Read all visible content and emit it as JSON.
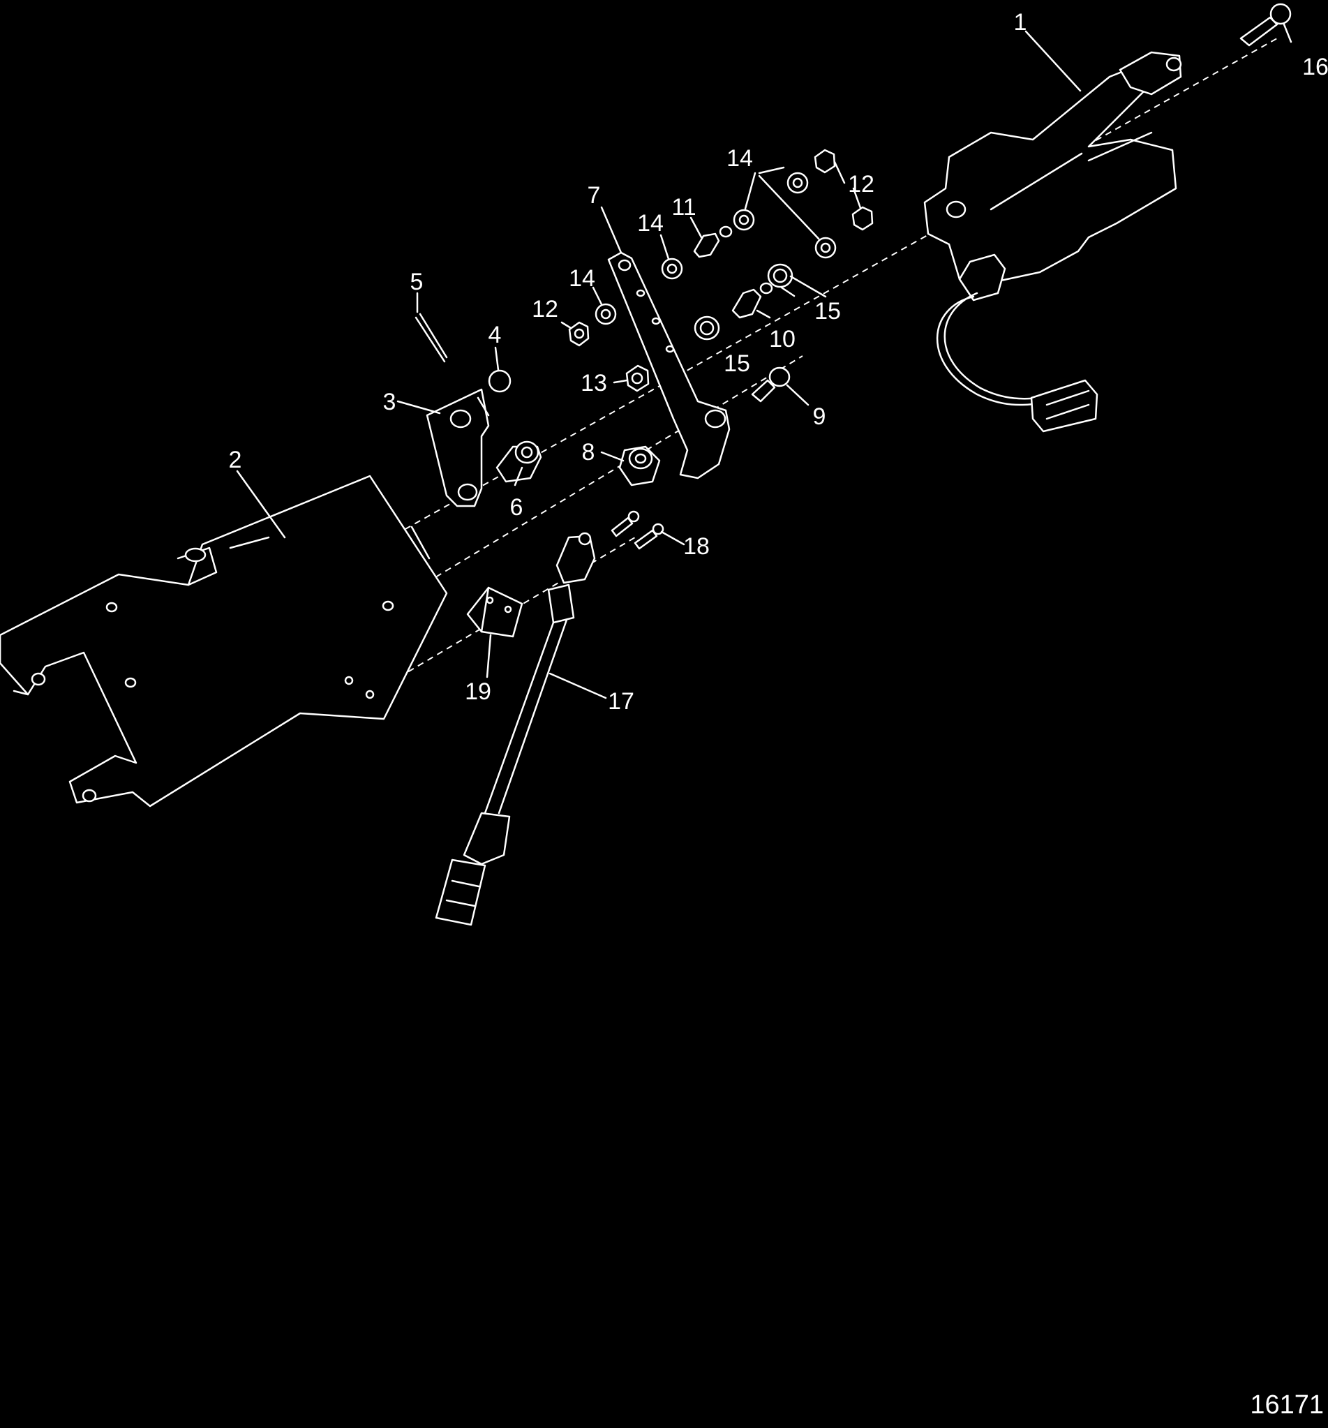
{
  "figure_id": "16171",
  "callouts": [
    {
      "name": "callout-1",
      "label": "1"
    },
    {
      "name": "callout-2",
      "label": "2"
    },
    {
      "name": "callout-3",
      "label": "3"
    },
    {
      "name": "callout-4",
      "label": "4"
    },
    {
      "name": "callout-5",
      "label": "5"
    },
    {
      "name": "callout-6",
      "label": "6"
    },
    {
      "name": "callout-7",
      "label": "7"
    },
    {
      "name": "callout-8",
      "label": "8"
    },
    {
      "name": "callout-9",
      "label": "9"
    },
    {
      "name": "callout-10",
      "label": "10"
    },
    {
      "name": "callout-11",
      "label": "11"
    },
    {
      "name": "callout-12a",
      "label": "12"
    },
    {
      "name": "callout-12b",
      "label": "12"
    },
    {
      "name": "callout-13",
      "label": "13"
    },
    {
      "name": "callout-14a",
      "label": "14"
    },
    {
      "name": "callout-14b",
      "label": "14"
    },
    {
      "name": "callout-14c",
      "label": "14"
    },
    {
      "name": "callout-15a",
      "label": "15"
    },
    {
      "name": "callout-15b",
      "label": "15"
    },
    {
      "name": "callout-16",
      "label": "16"
    },
    {
      "name": "callout-17",
      "label": "17"
    },
    {
      "name": "callout-18",
      "label": "18"
    },
    {
      "name": "callout-19",
      "label": "19"
    }
  ]
}
